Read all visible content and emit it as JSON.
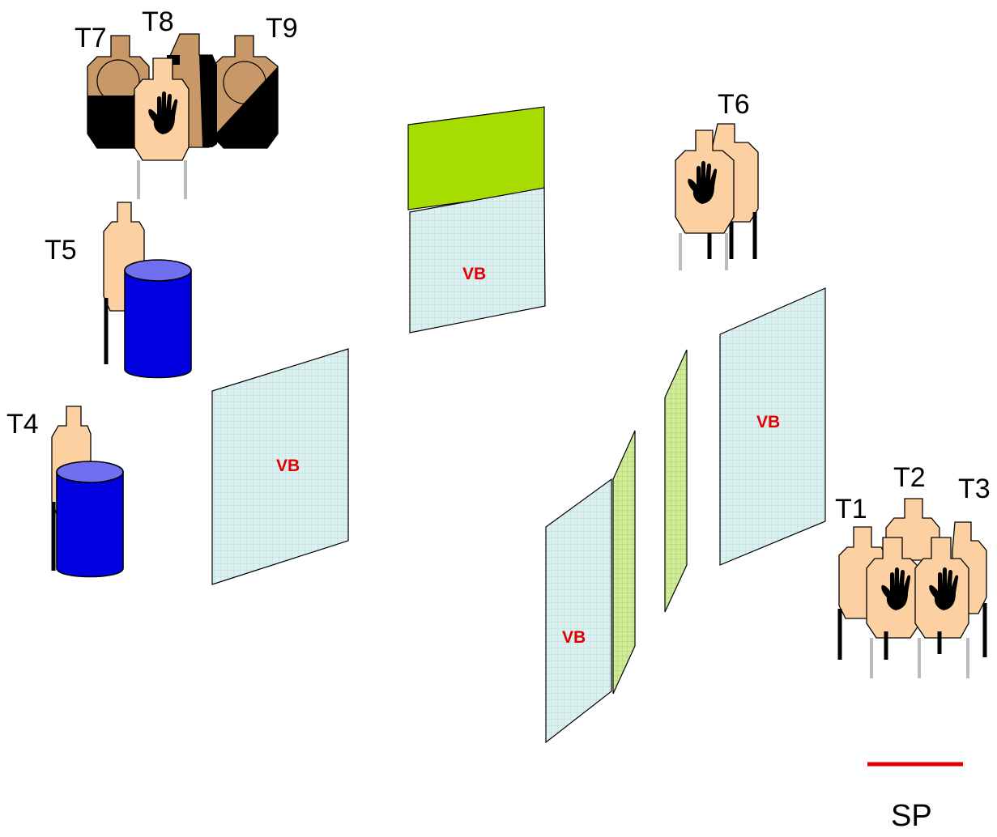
{
  "targets": {
    "t1": "T1",
    "t2": "T2",
    "t3": "T3",
    "t4": "T4",
    "t5": "T5",
    "t6": "T6",
    "t7": "T7",
    "t8": "T8",
    "t9": "T9"
  },
  "walls": {
    "left": "VB",
    "top": "VB",
    "right": "VB",
    "bottom": "VB"
  },
  "start_position": "SP",
  "icons": {
    "no_shoot": "hand-icon",
    "barrel": "barrel-icon"
  },
  "colors": {
    "target_tan": "#fcd0a0",
    "target_brown": "#c89868",
    "barrel_blue": "#0000e0",
    "barrel_top": "#6f6ff0",
    "wall_fill": "#dcf0f0",
    "wall_grid": "#a8d8d8",
    "low_wall_fill": "#d0ec98",
    "high_wall_green": "#a6dc00",
    "start_line": "#e00000",
    "vb_text": "#e00000",
    "stand_grey": "#bbbbbb",
    "stand_black": "#000000"
  }
}
